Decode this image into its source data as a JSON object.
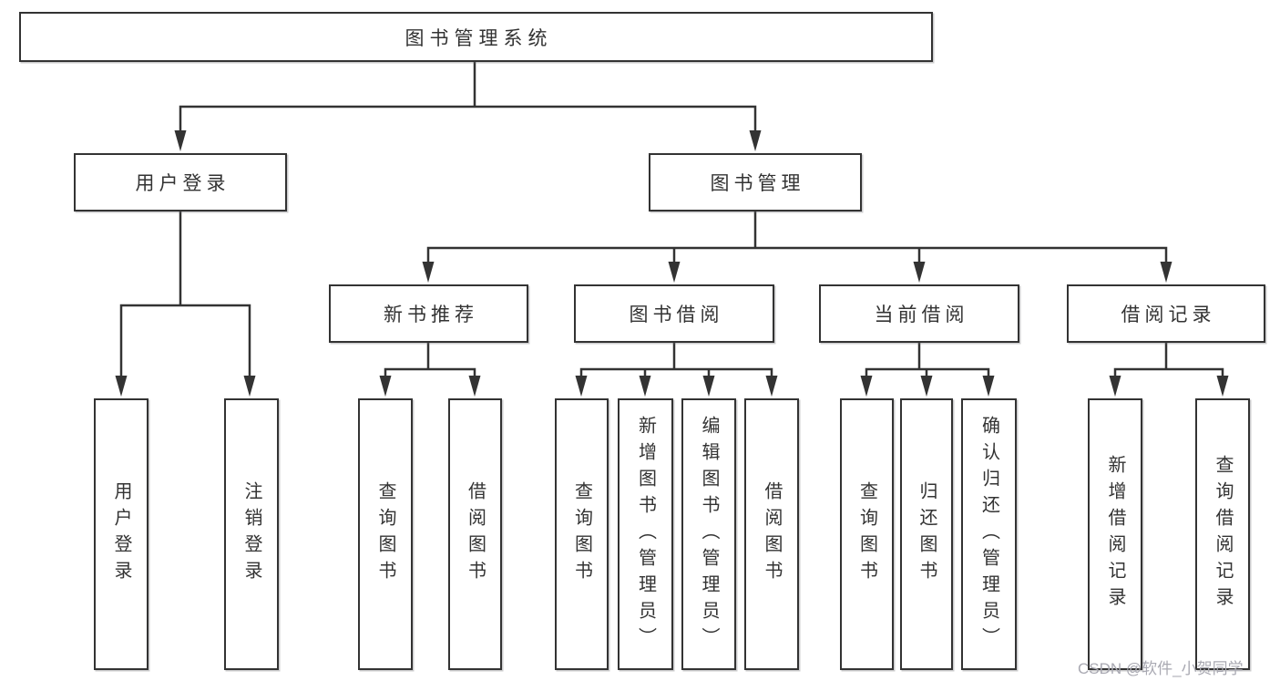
{
  "root": {
    "label": "图书管理系统"
  },
  "branches": {
    "user_login": {
      "label": "用户登录",
      "children": [
        {
          "label": "用户登录"
        },
        {
          "label": "注销登录"
        }
      ]
    },
    "book_management": {
      "label": "图书管理",
      "sections": [
        {
          "label": "新书推荐",
          "children": [
            {
              "label": "查询图书"
            },
            {
              "label": "借阅图书"
            }
          ]
        },
        {
          "label": "图书借阅",
          "children": [
            {
              "label": "查询图书"
            },
            {
              "label": "新增图书（管理员）"
            },
            {
              "label": "编辑图书（管理员）"
            },
            {
              "label": "借阅图书"
            }
          ]
        },
        {
          "label": "当前借阅",
          "children": [
            {
              "label": "查询图书"
            },
            {
              "label": "归还图书"
            },
            {
              "label": "确认归还（管理员）"
            }
          ]
        },
        {
          "label": "借阅记录",
          "children": [
            {
              "label": "新增借阅记录"
            },
            {
              "label": "查询借阅记录"
            }
          ]
        }
      ]
    }
  },
  "watermark": {
    "text": "CSDN @软件_小贺同学"
  },
  "colors": {
    "line": "#333333",
    "text": "#333333",
    "box_fill": "#ffffff",
    "background": "#ffffff",
    "watermark": "#a9a9b2"
  }
}
